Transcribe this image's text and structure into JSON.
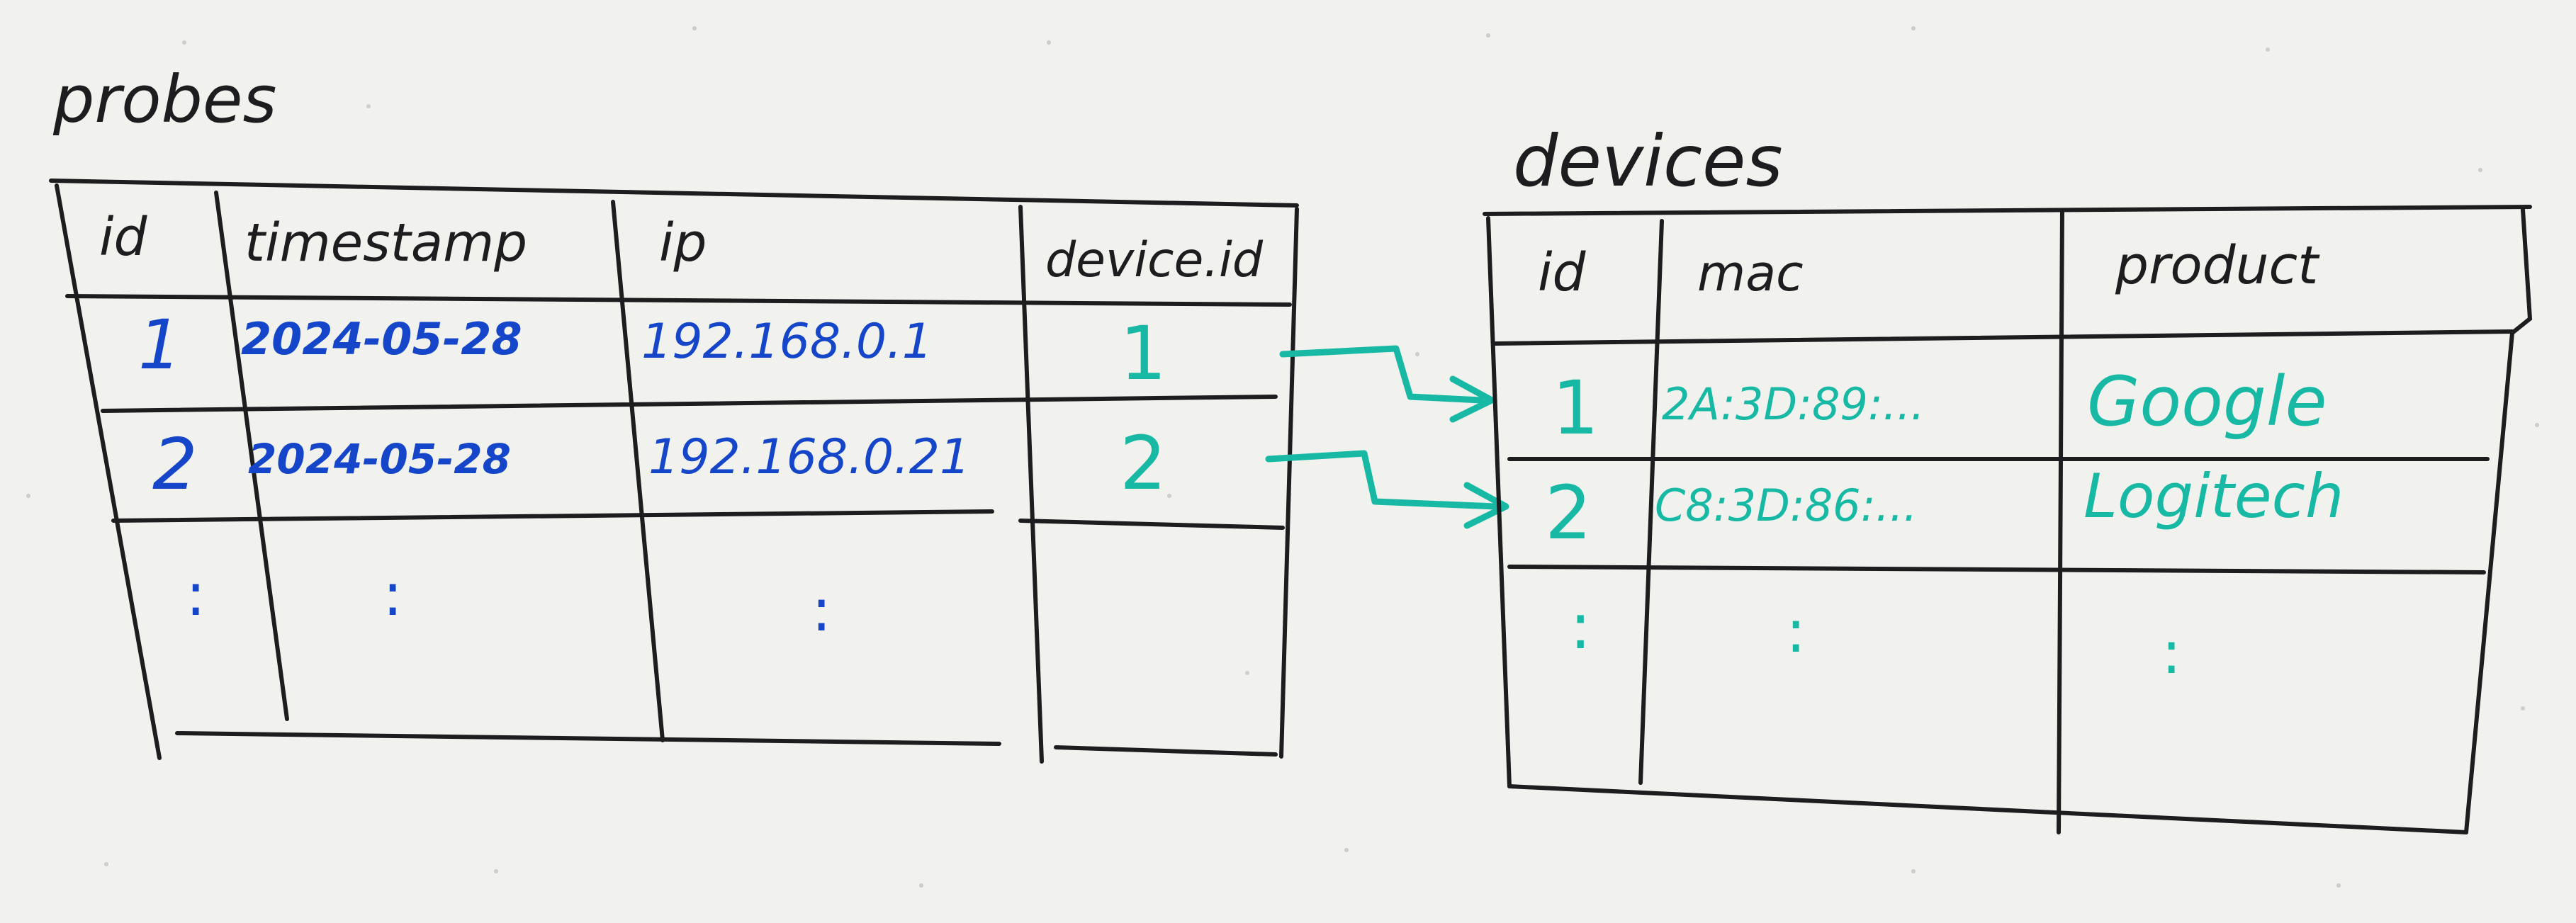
{
  "colors": {
    "board": "#f1f1ee",
    "black_ink": "#1d1d1f",
    "blue_ink": "#1546c9",
    "teal_ink": "#17b9a4"
  },
  "probes": {
    "title": "probes",
    "headers": {
      "id": "id",
      "timestamp": "timestamp",
      "ip": "ip",
      "device_id": "device.id"
    },
    "rows": [
      {
        "id": "1",
        "timestamp": "2024-05-28",
        "ip": "192.168.0.1",
        "device_id": "1"
      },
      {
        "id": "2",
        "timestamp": "2024-05-28",
        "ip": "192.168.0.21",
        "device_id": "2"
      }
    ],
    "ellipsis": ":"
  },
  "devices": {
    "title": "devices",
    "headers": {
      "id": "id",
      "mac": "mac",
      "product": "product"
    },
    "rows": [
      {
        "id": "1",
        "mac": "2A:3D:89:...",
        "product": "Google"
      },
      {
        "id": "2",
        "mac": "C8:3D:86:...",
        "product": "Logitech"
      }
    ],
    "ellipsis": ":"
  }
}
